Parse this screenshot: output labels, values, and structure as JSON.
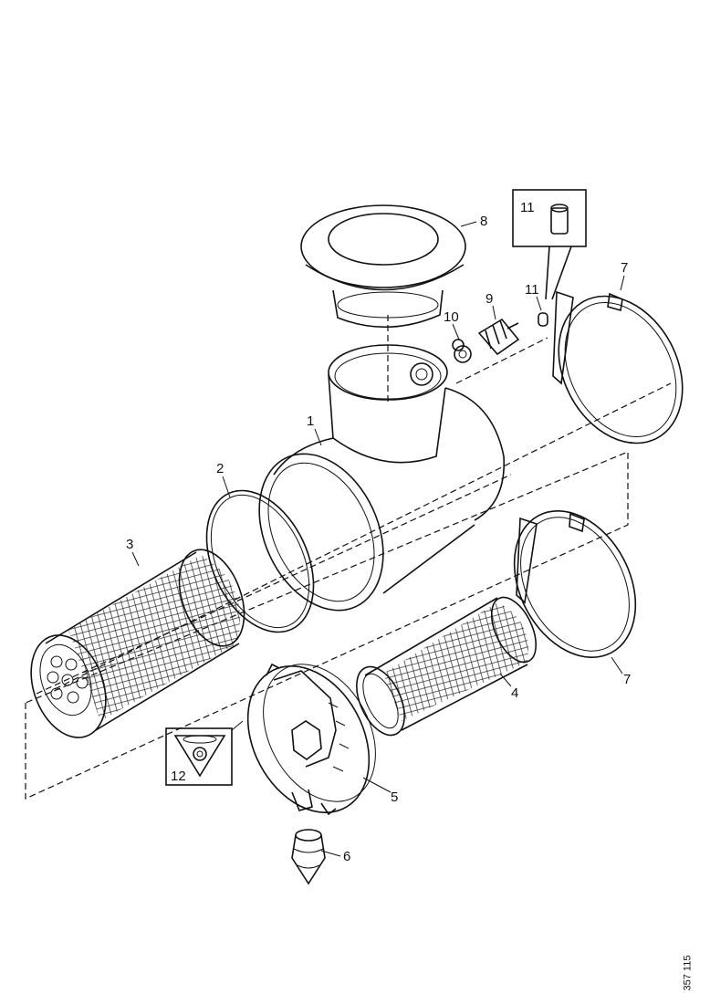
{
  "callouts": {
    "c1": "1",
    "c2": "2",
    "c3": "3",
    "c4": "4",
    "c5": "5",
    "c6": "6",
    "c7a": "7",
    "c7b": "7",
    "c8": "8",
    "c9": "9",
    "c10": "10",
    "c11a": "11",
    "c11b": "11",
    "c12": "12"
  },
  "drawing_number": "357 115"
}
